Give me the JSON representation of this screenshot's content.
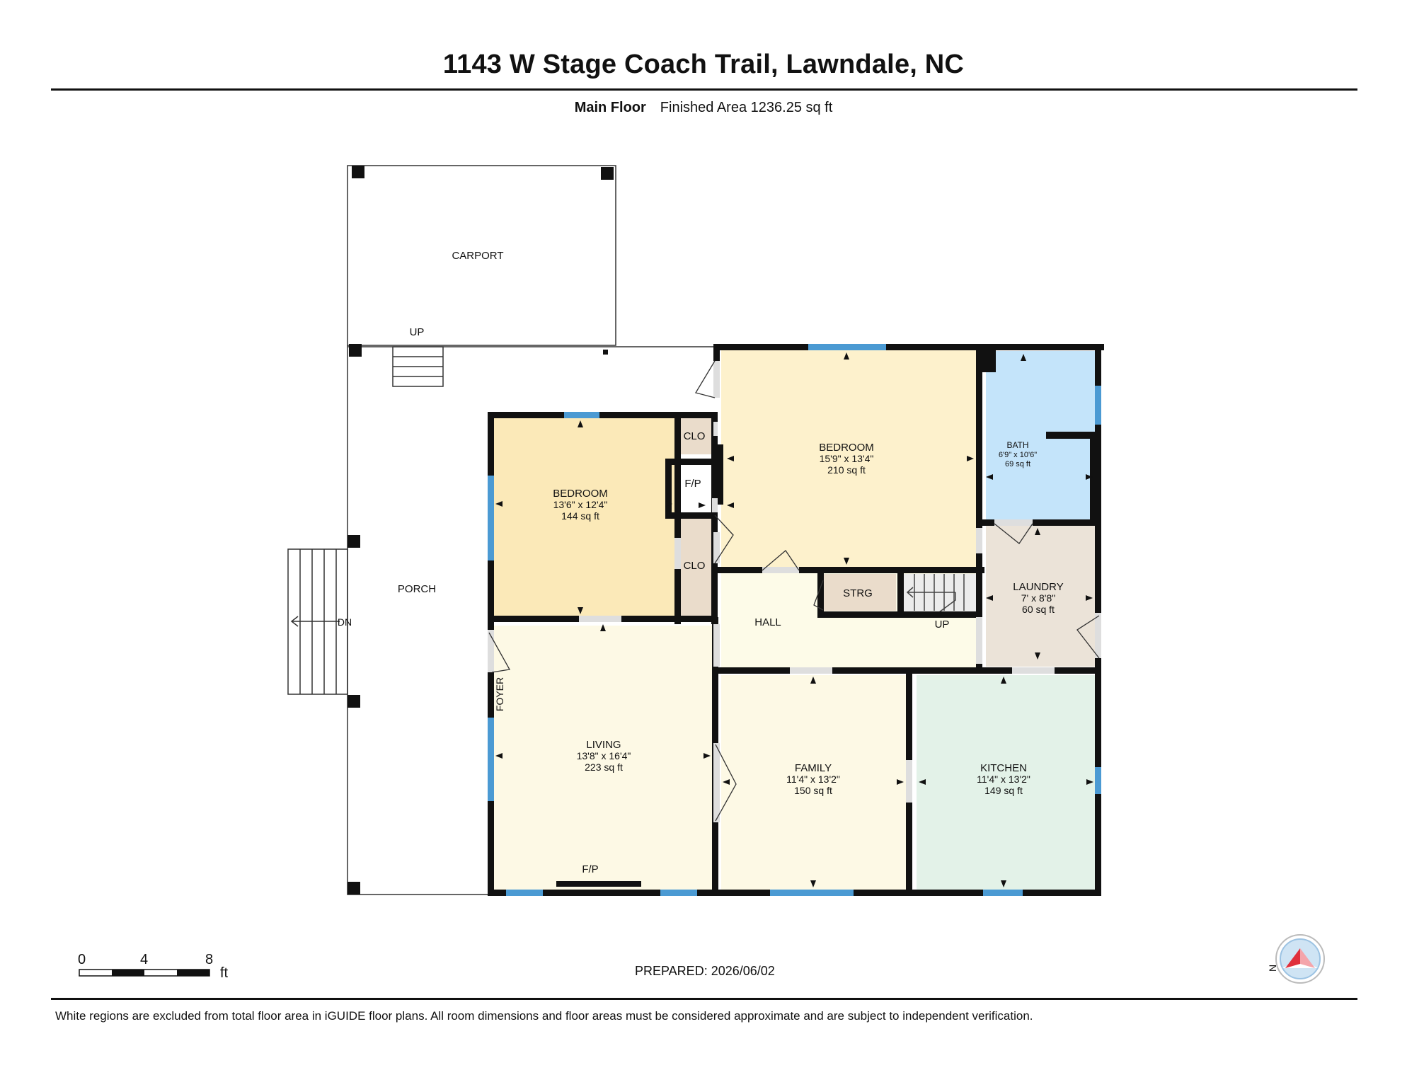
{
  "header": {
    "address": "1143 W Stage Coach Trail, Lawndale, NC",
    "floor_name": "Main Floor",
    "finished_area": "Finished Area 1236.25 sq ft"
  },
  "rooms": {
    "carport": {
      "name": "CARPORT"
    },
    "porch": {
      "name": "PORCH"
    },
    "bedroom2": {
      "name": "BEDROOM",
      "dims": "13'6\" x 12'4\"",
      "area": "144 sq ft"
    },
    "bedroom1": {
      "name": "BEDROOM",
      "dims": "15'9\" x 13'4\"",
      "area": "210 sq ft"
    },
    "bath": {
      "name": "BATH",
      "dims": "6'9\" x 10'6\"",
      "area": "69 sq ft"
    },
    "laundry": {
      "name": "LAUNDRY",
      "dims": "7' x 8'8\"",
      "area": "60 sq ft"
    },
    "living": {
      "name": "LIVING",
      "dims": "13'8\" x 16'4\"",
      "area": "223 sq ft"
    },
    "family": {
      "name": "FAMILY",
      "dims": "11'4\" x 13'2\"",
      "area": "150 sq ft"
    },
    "kitchen": {
      "name": "KITCHEN",
      "dims": "11'4\" x 13'2\"",
      "area": "149 sq ft"
    },
    "hall": {
      "name": "HALL"
    },
    "strg": {
      "name": "STRG"
    },
    "clo_upper": {
      "name": "CLO"
    },
    "clo_lower": {
      "name": "CLO"
    },
    "fp_small": {
      "name": "F/P"
    },
    "foyer": {
      "name": "FOYER"
    }
  },
  "labels": {
    "up_carport": "UP",
    "dn_porch": "DN",
    "up_hall": "UP",
    "fp_living": "F/P"
  },
  "colors": {
    "bedroom1": "#fdf1cc",
    "bedroom2": "#fbe9b8",
    "bath": "#c4e4fa",
    "laundry": "#ebe3d8",
    "hall": "#fdfbe8",
    "living": "#fdf9e5",
    "family": "#fdf9e5",
    "kitchen": "#e3f2e8",
    "closet": "#eadccb",
    "wall": "#111111",
    "window": "#4b9ad3"
  },
  "scale_bar": {
    "labels": [
      "0",
      "4",
      "8"
    ],
    "unit": "ft"
  },
  "compass_icon": "north-compass-icon",
  "footer": {
    "prepared": "PREPARED: 2026/06/02",
    "disclaimer": "White regions are excluded from total floor area in iGUIDE floor plans. All room dimensions and floor areas must be considered approximate and are subject to independent verification."
  }
}
